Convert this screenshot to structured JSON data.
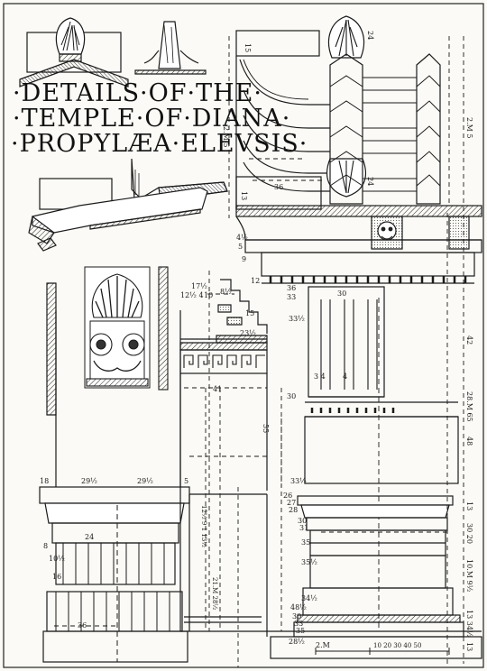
{
  "title": {
    "line1": "·DETAILS·OF·THE·",
    "line2": "·TEMPLE·OF·DIANA·",
    "line3": "·PROPYLÆA·ELEVSIS·"
  },
  "dimensions": {
    "d15": "15",
    "d24a": "24",
    "d24b": "24",
    "d2m5a": "2.M 5",
    "d2m5b": "2.M 5",
    "d13": "13",
    "d36": "36",
    "d4half": "4½",
    "d5": "5",
    "d9": "9",
    "d12": "12",
    "d36b": "36",
    "d33": "33",
    "d30a": "30",
    "d33half": "33½",
    "d42": "42",
    "d17half": "17½",
    "d12half4": "12½ 4",
    "d10": "10",
    "d8half": "8½",
    "d15c": "15",
    "d23half": "23½",
    "d41": "41",
    "d55": "55",
    "d30b": "30",
    "d28m65": "28.M 65",
    "d48": "48",
    "d29halfa": "29½",
    "d29halfb": "29½",
    "d18": "18",
    "d5b": "5",
    "d24c": "24",
    "d8": "8",
    "d10half": "10½",
    "d16": "16",
    "d36c": "36",
    "dv_a": "21.M 28½",
    "dv_b": "12½ 9 1 13½",
    "d26": "26",
    "d27": "27",
    "d28": "28",
    "d30c": "30",
    "d31": "31",
    "d35": "35",
    "d35half": "35½",
    "d34half": "34½",
    "d30d": "30",
    "d33b": "33",
    "d35b": "35",
    "d48half": "48½",
    "d28half": "28½",
    "dmeter": "2.M",
    "dscale": "10 20 30 40 50",
    "d13b": "13",
    "d30e": "30",
    "d3435": "3 4",
    "d4": "4",
    "d33c": "33½",
    "d9b": "10.M 9½",
    "d13c": "13",
    "d13d": "13 34½",
    "d30f": "30 20"
  }
}
